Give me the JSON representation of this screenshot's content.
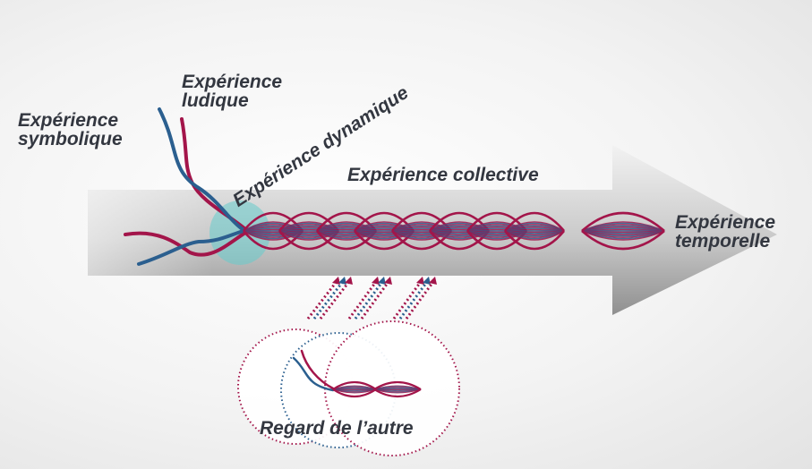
{
  "labels": {
    "symbolique": [
      "Expérience",
      "symbolique"
    ],
    "ludique": [
      "Expérience",
      "ludique"
    ],
    "dynamique": "Expérience dynamique",
    "collective": "Expérience collective",
    "temporelle": [
      "Expérience",
      "temporelle"
    ],
    "regard": "Regard de l’autre"
  },
  "colors": {
    "red": "#a3154a",
    "blue": "#2b5f8f",
    "teal": "#66cccc",
    "text": "#333740",
    "arrow_dark": "#8f8f8f",
    "arrow_light": "#f2f2f2"
  }
}
